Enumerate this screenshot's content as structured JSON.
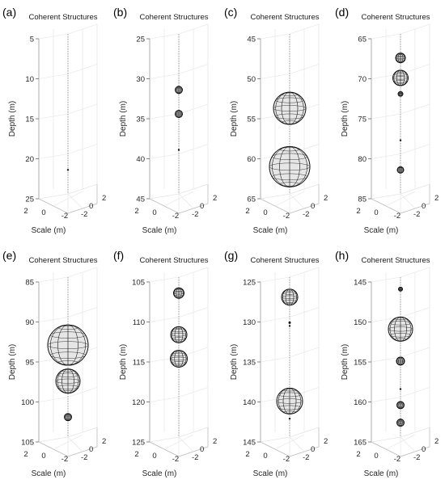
{
  "chart_data": [
    {
      "type": "scatter",
      "panel": "(a)",
      "title": "Coherent Structures",
      "ylabel": "Depth (m)",
      "xlabel": "Scale (m)",
      "depth_range": [
        5,
        25
      ],
      "depth_ticks": [
        "5",
        "10",
        "15",
        "20",
        "25"
      ],
      "scale_ticks": [
        "2",
        "0",
        "-2"
      ],
      "scale_ticks_right": [
        "2",
        "0",
        "-2"
      ],
      "structures": [
        {
          "depth": 22.0,
          "radius": 0.08
        }
      ]
    },
    {
      "type": "scatter",
      "panel": "(b)",
      "title": "Coherent Structures",
      "ylabel": "Depth (m)",
      "xlabel": "Scale (m)",
      "depth_range": [
        25,
        45
      ],
      "depth_ticks": [
        "25",
        "30",
        "35",
        "40",
        "45"
      ],
      "scale_ticks": [
        "2",
        "0",
        "-2"
      ],
      "scale_ticks_right": [
        "2",
        "0",
        "-2"
      ],
      "structures": [
        {
          "depth": 32.0,
          "radius": 0.45
        },
        {
          "depth": 35.0,
          "radius": 0.45
        },
        {
          "depth": 39.5,
          "radius": 0.05
        }
      ]
    },
    {
      "type": "scatter",
      "panel": "(c)",
      "title": "Coherent Structures",
      "ylabel": "Depth (m)",
      "xlabel": "Scale (m)",
      "depth_range": [
        45,
        65
      ],
      "depth_ticks": [
        "45",
        "50",
        "55",
        "60",
        "65"
      ],
      "scale_ticks": [
        "2",
        "0",
        "-2"
      ],
      "scale_ticks_right": [
        "2",
        "0",
        "-2"
      ],
      "structures": [
        {
          "depth": 54.3,
          "radius": 2.0
        },
        {
          "depth": 61.6,
          "radius": 2.5
        }
      ]
    },
    {
      "type": "scatter",
      "panel": "(d)",
      "title": "Coherent Structures",
      "ylabel": "Depth (m)",
      "xlabel": "Scale (m)",
      "depth_range": [
        65,
        85
      ],
      "depth_ticks": [
        "65",
        "70",
        "75",
        "80",
        "85"
      ],
      "scale_ticks": [
        "2",
        "0",
        "-2"
      ],
      "scale_ticks_right": [
        "2",
        "0",
        "-2"
      ],
      "structures": [
        {
          "depth": 68.0,
          "radius": 0.6
        },
        {
          "depth": 70.5,
          "radius": 0.95
        },
        {
          "depth": 72.5,
          "radius": 0.3
        },
        {
          "depth": 78.3,
          "radius": 0.08
        },
        {
          "depth": 82.0,
          "radius": 0.4
        }
      ]
    },
    {
      "type": "scatter",
      "panel": "(e)",
      "title": "Coherent Structures",
      "ylabel": "Depth (m)",
      "xlabel": "Scale (m)",
      "depth_range": [
        85,
        105
      ],
      "depth_ticks": [
        "85",
        "90",
        "95",
        "100",
        "105"
      ],
      "scale_ticks": [
        "2",
        "0",
        "-2"
      ],
      "scale_ticks_right": [
        "2",
        "0",
        "-2"
      ],
      "structures": [
        {
          "depth": 93.5,
          "radius": 2.5
        },
        {
          "depth": 98.0,
          "radius": 1.5
        },
        {
          "depth": 102.5,
          "radius": 0.45
        }
      ]
    },
    {
      "type": "scatter",
      "panel": "(f)",
      "title": "Coherent Structures",
      "ylabel": "Depth (m)",
      "xlabel": "Scale (m)",
      "depth_range": [
        105,
        125
      ],
      "depth_ticks": [
        "105",
        "110",
        "115",
        "120",
        "125"
      ],
      "scale_ticks": [
        "2",
        "0",
        "-2"
      ],
      "scale_ticks_right": [
        "2",
        "0",
        "-2"
      ],
      "structures": [
        {
          "depth": 107.0,
          "radius": 0.65
        },
        {
          "depth": 112.2,
          "radius": 1.0
        },
        {
          "depth": 115.2,
          "radius": 1.05
        }
      ]
    },
    {
      "type": "scatter",
      "panel": "(g)",
      "title": "Coherent Structures",
      "ylabel": "Depth (m)",
      "xlabel": "Scale (m)",
      "depth_range": [
        125,
        145
      ],
      "depth_ticks": [
        "125",
        "130",
        "135",
        "140",
        "145"
      ],
      "scale_ticks": [
        "2",
        "0",
        "-2"
      ],
      "scale_ticks_right": [
        "2",
        "0",
        "-2"
      ],
      "structures": [
        {
          "depth": 127.5,
          "radius": 1.0
        },
        {
          "depth": 130.7,
          "radius": 0.15
        },
        {
          "depth": 131.1,
          "radius": 0.08
        },
        {
          "depth": 140.5,
          "radius": 1.6
        },
        {
          "depth": 142.7,
          "radius": 0.08
        }
      ]
    },
    {
      "type": "scatter",
      "panel": "(h)",
      "title": "Coherent Structures",
      "ylabel": "Depth (m)",
      "xlabel": "Scale (m)",
      "depth_range": [
        145,
        165
      ],
      "depth_ticks": [
        "145",
        "150",
        "155",
        "160",
        "165"
      ],
      "scale_ticks": [
        "2",
        "0",
        "-2"
      ],
      "scale_ticks_right": [
        "2",
        "0",
        "-2"
      ],
      "structures": [
        {
          "depth": 146.5,
          "radius": 0.25
        },
        {
          "depth": 151.5,
          "radius": 1.5
        },
        {
          "depth": 155.5,
          "radius": 0.5
        },
        {
          "depth": 159.0,
          "radius": 0.1
        },
        {
          "depth": 161.0,
          "radius": 0.45
        },
        {
          "depth": 163.2,
          "radius": 0.45
        }
      ]
    }
  ]
}
